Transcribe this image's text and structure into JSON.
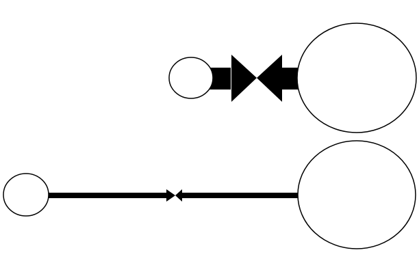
{
  "colors": {
    "background": "#ffffff",
    "stroke": "#000000",
    "fill": "#000000",
    "node_fill": "#ffffff"
  },
  "diagram": {
    "rows": [
      {
        "name": "short-thick-connection",
        "connector_style": "thick bar with two large facing arrowheads"
      },
      {
        "name": "long-thin-connection",
        "connector_style": "thin line with two small facing arrowheads"
      }
    ]
  }
}
